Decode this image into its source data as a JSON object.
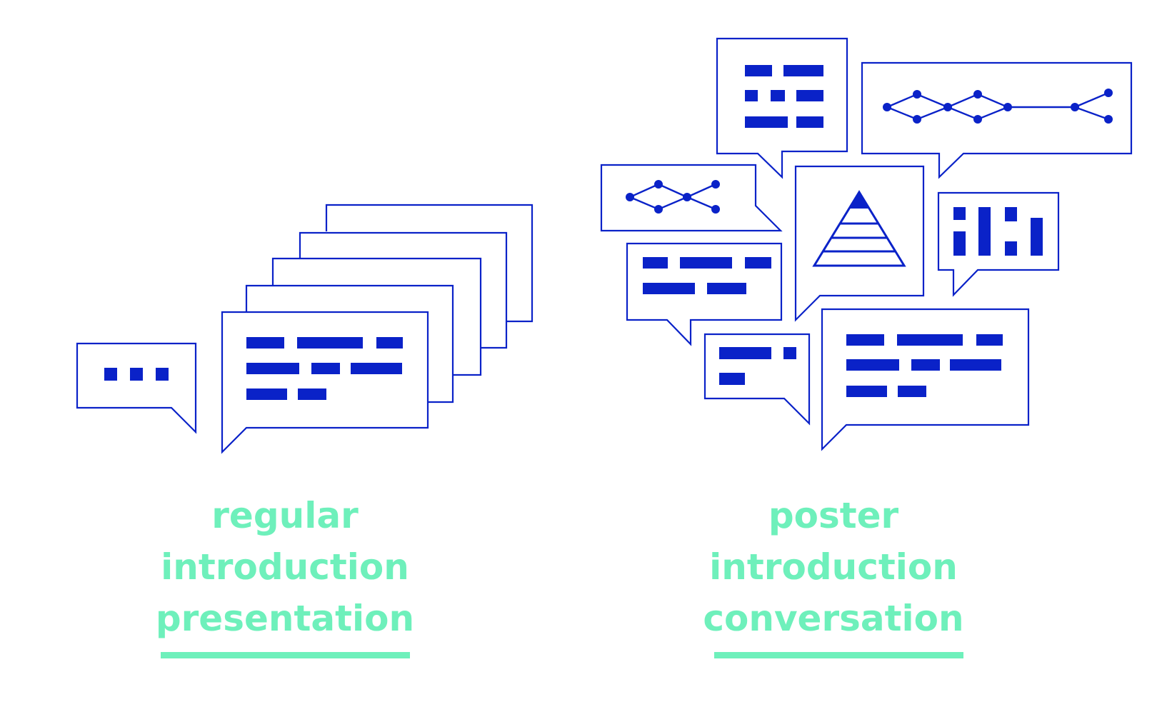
{
  "left_caption": {
    "line1": "regular",
    "line2": "introduction",
    "line3": "presentation"
  },
  "right_caption": {
    "line1": "poster",
    "line2": "introduction",
    "line3": "conversation"
  },
  "icons": {
    "small_bubble": "speech-bubble-ellipsis-icon",
    "stacked_slides": "stacked-slide-bubbles-icon",
    "poster_cluster": "poster-conversation-bubbles-icon"
  },
  "colors": {
    "ink": "#0a22c8",
    "accent": "#6ef0bb",
    "background": "#ffffff"
  }
}
